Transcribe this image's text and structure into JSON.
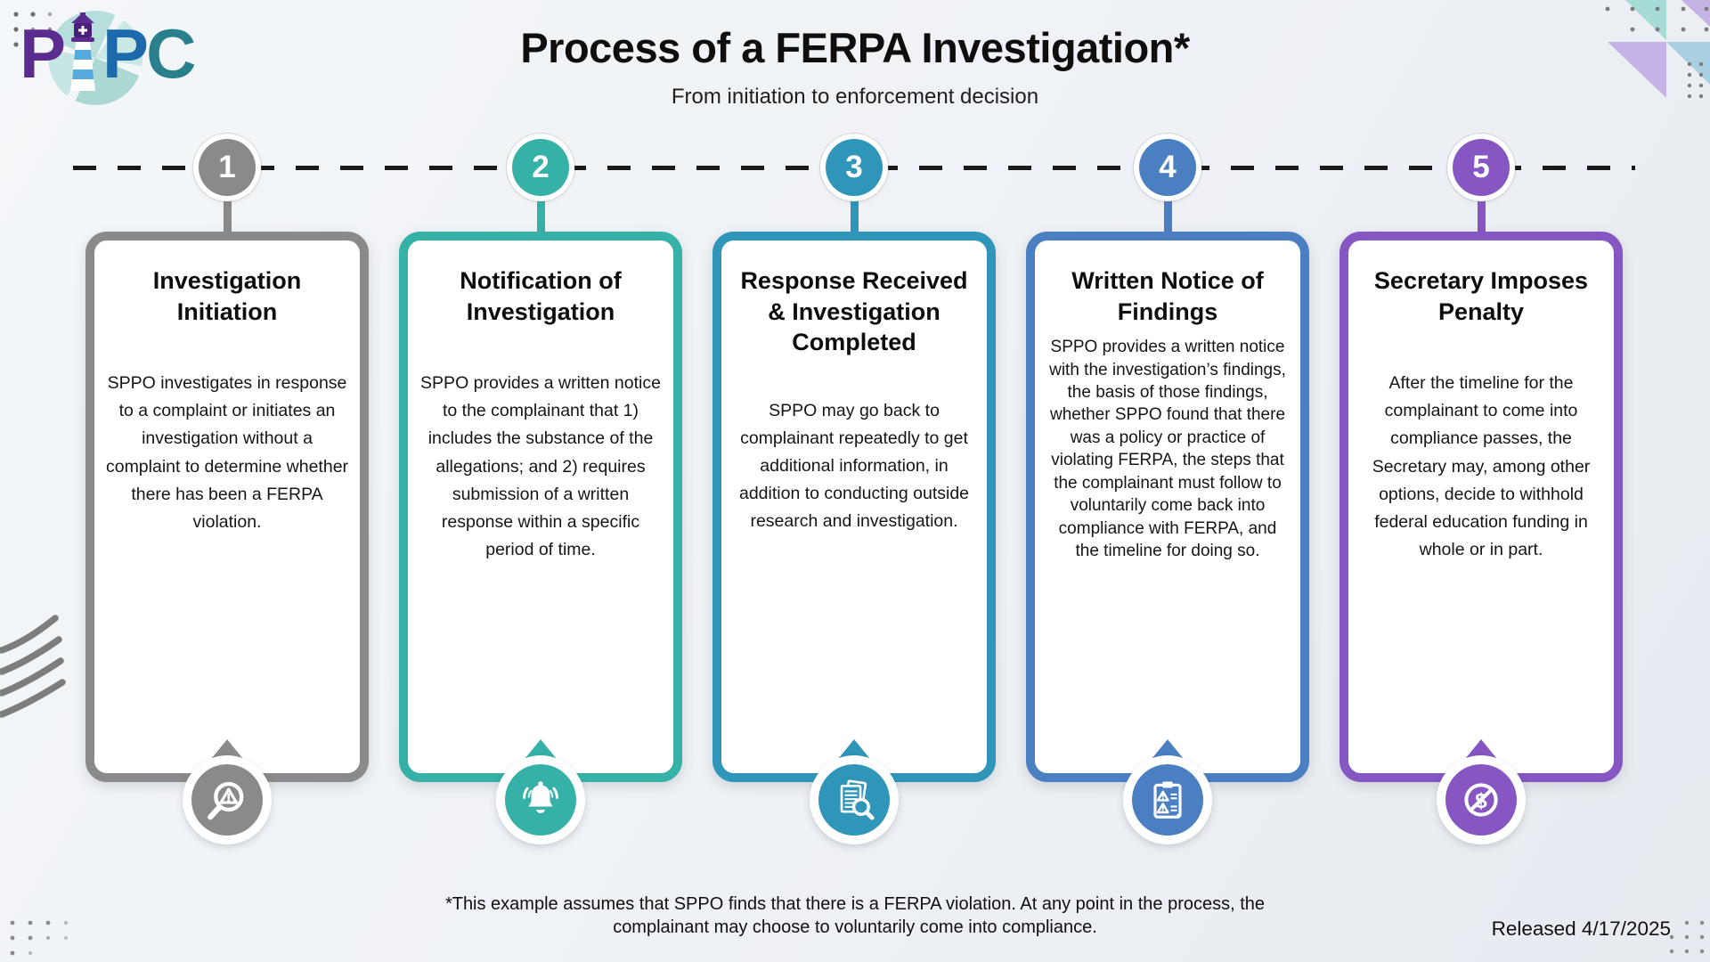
{
  "brand": {
    "letters": [
      "P",
      "P",
      "C"
    ],
    "lighthouse_icon": "lighthouse",
    "colors": {
      "purple": "#5b2b8f",
      "blue": "#1c6aab",
      "teal": "#2a7f8d"
    }
  },
  "header": {
    "title": "Process of a FERPA Investigation*",
    "subtitle": "From initiation to enforcement decision"
  },
  "steps": [
    {
      "number": "1",
      "color": "#8a8a8a",
      "title": "Investigation Initiation",
      "body": "SPPO investigates in response to a complaint or initiates an investigation without a complaint to determine whether there has been a FERPA violation.",
      "icon": "magnifier-alert-icon"
    },
    {
      "number": "2",
      "color": "#36b1a8",
      "title": "Notification of Investigation",
      "body": "SPPO provides a written notice to the complainant that 1) includes the substance of the allegations; and 2) requires submission of a written response within a specific period of time.",
      "icon": "bell-icon"
    },
    {
      "number": "3",
      "color": "#2f96ba",
      "title": "Response Received & Investigation Completed",
      "body": "SPPO may go back to complainant repeatedly to get additional information, in addition to conducting outside research and investigation.",
      "icon": "documents-search-icon"
    },
    {
      "number": "4",
      "color": "#4a7fc1",
      "title": "Written Notice of Findings",
      "body": "SPPO provides a written notice with the investigation’s findings, the basis of those findings, whether SPPO found that there was a policy or practice of violating FERPA, the steps that the complainant must follow to voluntarily come back into compliance with FERPA, and the timeline for doing so.",
      "icon": "clipboard-warnings-icon"
    },
    {
      "number": "5",
      "color": "#8657c2",
      "title": "Secretary Imposes Penalty",
      "body": "After the timeline for the complainant to come into compliance passes, the Secretary may, among other options, decide to withhold federal education funding in whole or in part.",
      "icon": "no-dollar-icon"
    }
  ],
  "footer": {
    "footnote": "*This example assumes that SPPO finds that there is a FERPA violation. At any point in the process, the complainant may choose to voluntarily come into compliance.",
    "released": "Released 4/17/2025"
  },
  "decor": {
    "triangle_teal": "#a7dbd6",
    "triangle_purple": "#c4b3e4",
    "triangle_blue": "#a9cfe3",
    "dots": "#8a8a8a",
    "lines": "#7d7d7d"
  }
}
